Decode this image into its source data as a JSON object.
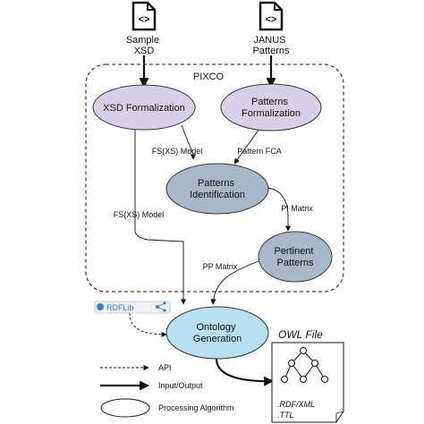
{
  "inputs": {
    "sample_xsd": [
      "Sample",
      "XSD"
    ],
    "janus_patterns": [
      "JANUS",
      "Patterns"
    ]
  },
  "group_label": "PIXCO",
  "nodes": {
    "xsd_formalization": [
      "XSD Formalization"
    ],
    "patterns_formalization": [
      "Patterns",
      "Formalization"
    ],
    "patterns_identification": [
      "Patterns",
      "Identification"
    ],
    "pertinent_patterns": [
      "Pertinent",
      "Patterns"
    ],
    "ontology_generation": [
      "Ontology",
      "Generation"
    ]
  },
  "edges": {
    "fs_xs_model_upper": "FS(XS) Model",
    "pattern_fca": "Pattern FCA",
    "fs_xs_model_lower": "FS(XS) Model",
    "pi_matrix": "PI Matrix",
    "pp_matrix": "PP Matrix"
  },
  "rdflib_logo": "RDFLib",
  "output": {
    "title": "OWL File",
    "formats": [
      ".RDF/XML",
      ".TTL"
    ]
  },
  "legend": {
    "api": "API",
    "input_output": "Input/Output",
    "processing_algorithm": "Processing Algorithm"
  },
  "colors": {
    "lavender": "#d8d0e8",
    "steel": "#a8b8c8",
    "cyan": "#b8e0f0",
    "stroke": "#333333",
    "logo_blue": "#3a7cc0"
  },
  "icons": [
    "code-file-icon",
    "tree-graph-icon",
    "rdflib-logo-icon"
  ]
}
